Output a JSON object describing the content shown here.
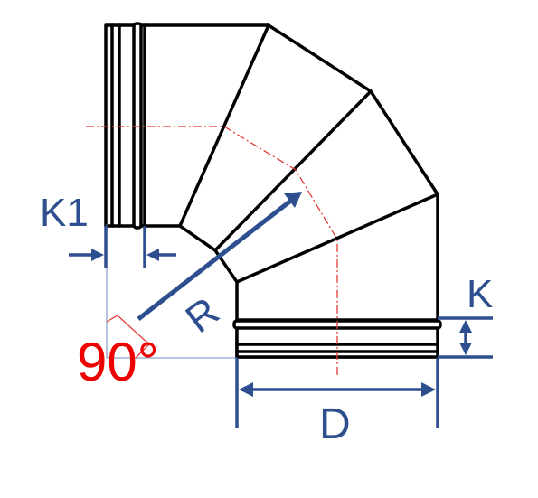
{
  "labels": {
    "k1": "K1",
    "k": "K",
    "r": "R",
    "d": "D",
    "angle": "90°"
  },
  "colors": {
    "outline": "#000000",
    "dimension": "#2e4f8f",
    "centerline": "#e53935",
    "angle": "#ee0000"
  }
}
